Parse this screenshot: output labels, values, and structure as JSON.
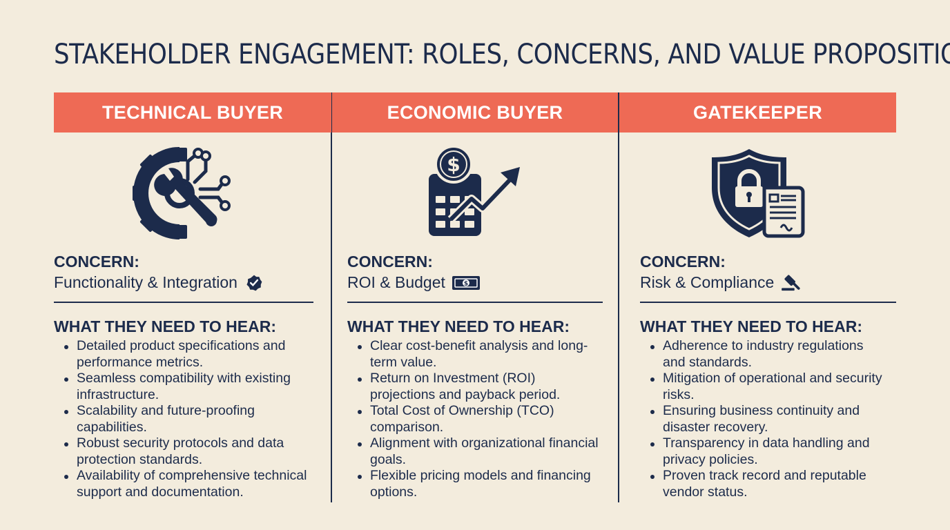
{
  "title": "STAKEHOLDER ENGAGEMENT: ROLES, CONCERNS, AND VALUE PROPOSITIONS",
  "concern_label": "CONCERN:",
  "need_heading": "WHAT THEY NEED TO HEAR:",
  "colors": {
    "header": "#ee6a55",
    "ink": "#1c2b4b",
    "background": "#f3ecdd"
  },
  "columns": [
    {
      "header": "TECHNICAL BUYER",
      "icon": "gear-wrench-circuit-icon",
      "concern": "Functionality & Integration",
      "concern_icon": "verified-badge-icon",
      "points": [
        "Detailed product specifications and performance metrics.",
        "Seamless compatibility with existing infrastructure.",
        "Scalability and future-proofing capabilities.",
        "Robust security protocols and data protection standards.",
        "Availability of comprehensive technical support and documentation."
      ]
    },
    {
      "header": "ECONOMIC BUYER",
      "icon": "calculator-dollar-growth-icon",
      "concern": "ROI & Budget",
      "concern_icon": "banknote-icon",
      "points": [
        "Clear cost-benefit analysis and long-term value.",
        "Return on Investment (ROI) projections and payback period.",
        "Total Cost of Ownership (TCO) comparison.",
        "Alignment with organizational financial goals.",
        "Flexible pricing models and financing options."
      ]
    },
    {
      "header": "GATEKEEPER",
      "icon": "shield-lock-document-icon",
      "concern": "Risk & Compliance",
      "concern_icon": "gavel-icon",
      "points": [
        "Adherence to industry regulations and standards.",
        "Mitigation of operational and security risks.",
        "Ensuring business continuity and disaster recovery.",
        "Transparency in data handling and privacy policies.",
        "Proven track record and reputable vendor status."
      ]
    }
  ]
}
